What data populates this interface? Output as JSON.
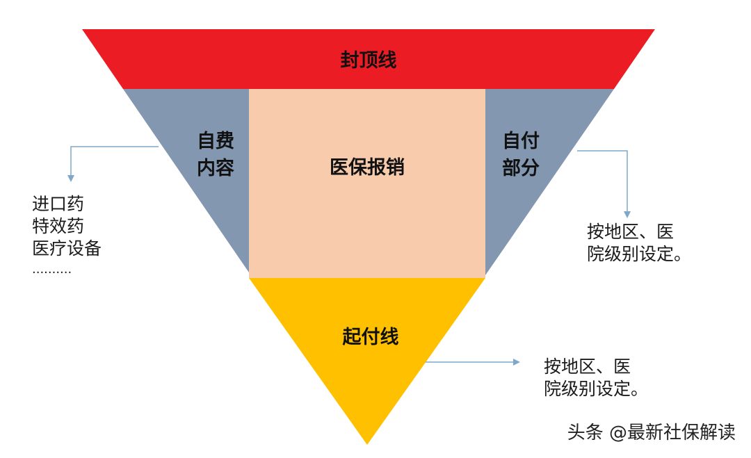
{
  "diagram": {
    "top_band": {
      "label": "封顶线",
      "color": "#EC1C24"
    },
    "center_box": {
      "label": "医保报销",
      "color": "#F8CBAD"
    },
    "left_wedge": {
      "label_line1": "自费",
      "label_line2": "内容",
      "color": "#8497B0"
    },
    "right_wedge": {
      "label_line1": "自付",
      "label_line2": "部分",
      "color": "#8497B0"
    },
    "bottom_tip": {
      "label": "起付线",
      "color": "#FFC000"
    },
    "connector_color": "#7FA7C9"
  },
  "notes": {
    "left": [
      "进口药",
      "特效药",
      "医疗设备",
      ".........."
    ],
    "right": [
      "按地区、医",
      "院级别设定。"
    ],
    "bottom": [
      "按地区、医",
      "院级别设定。"
    ]
  },
  "watermark": "头条 @最新社保解读"
}
